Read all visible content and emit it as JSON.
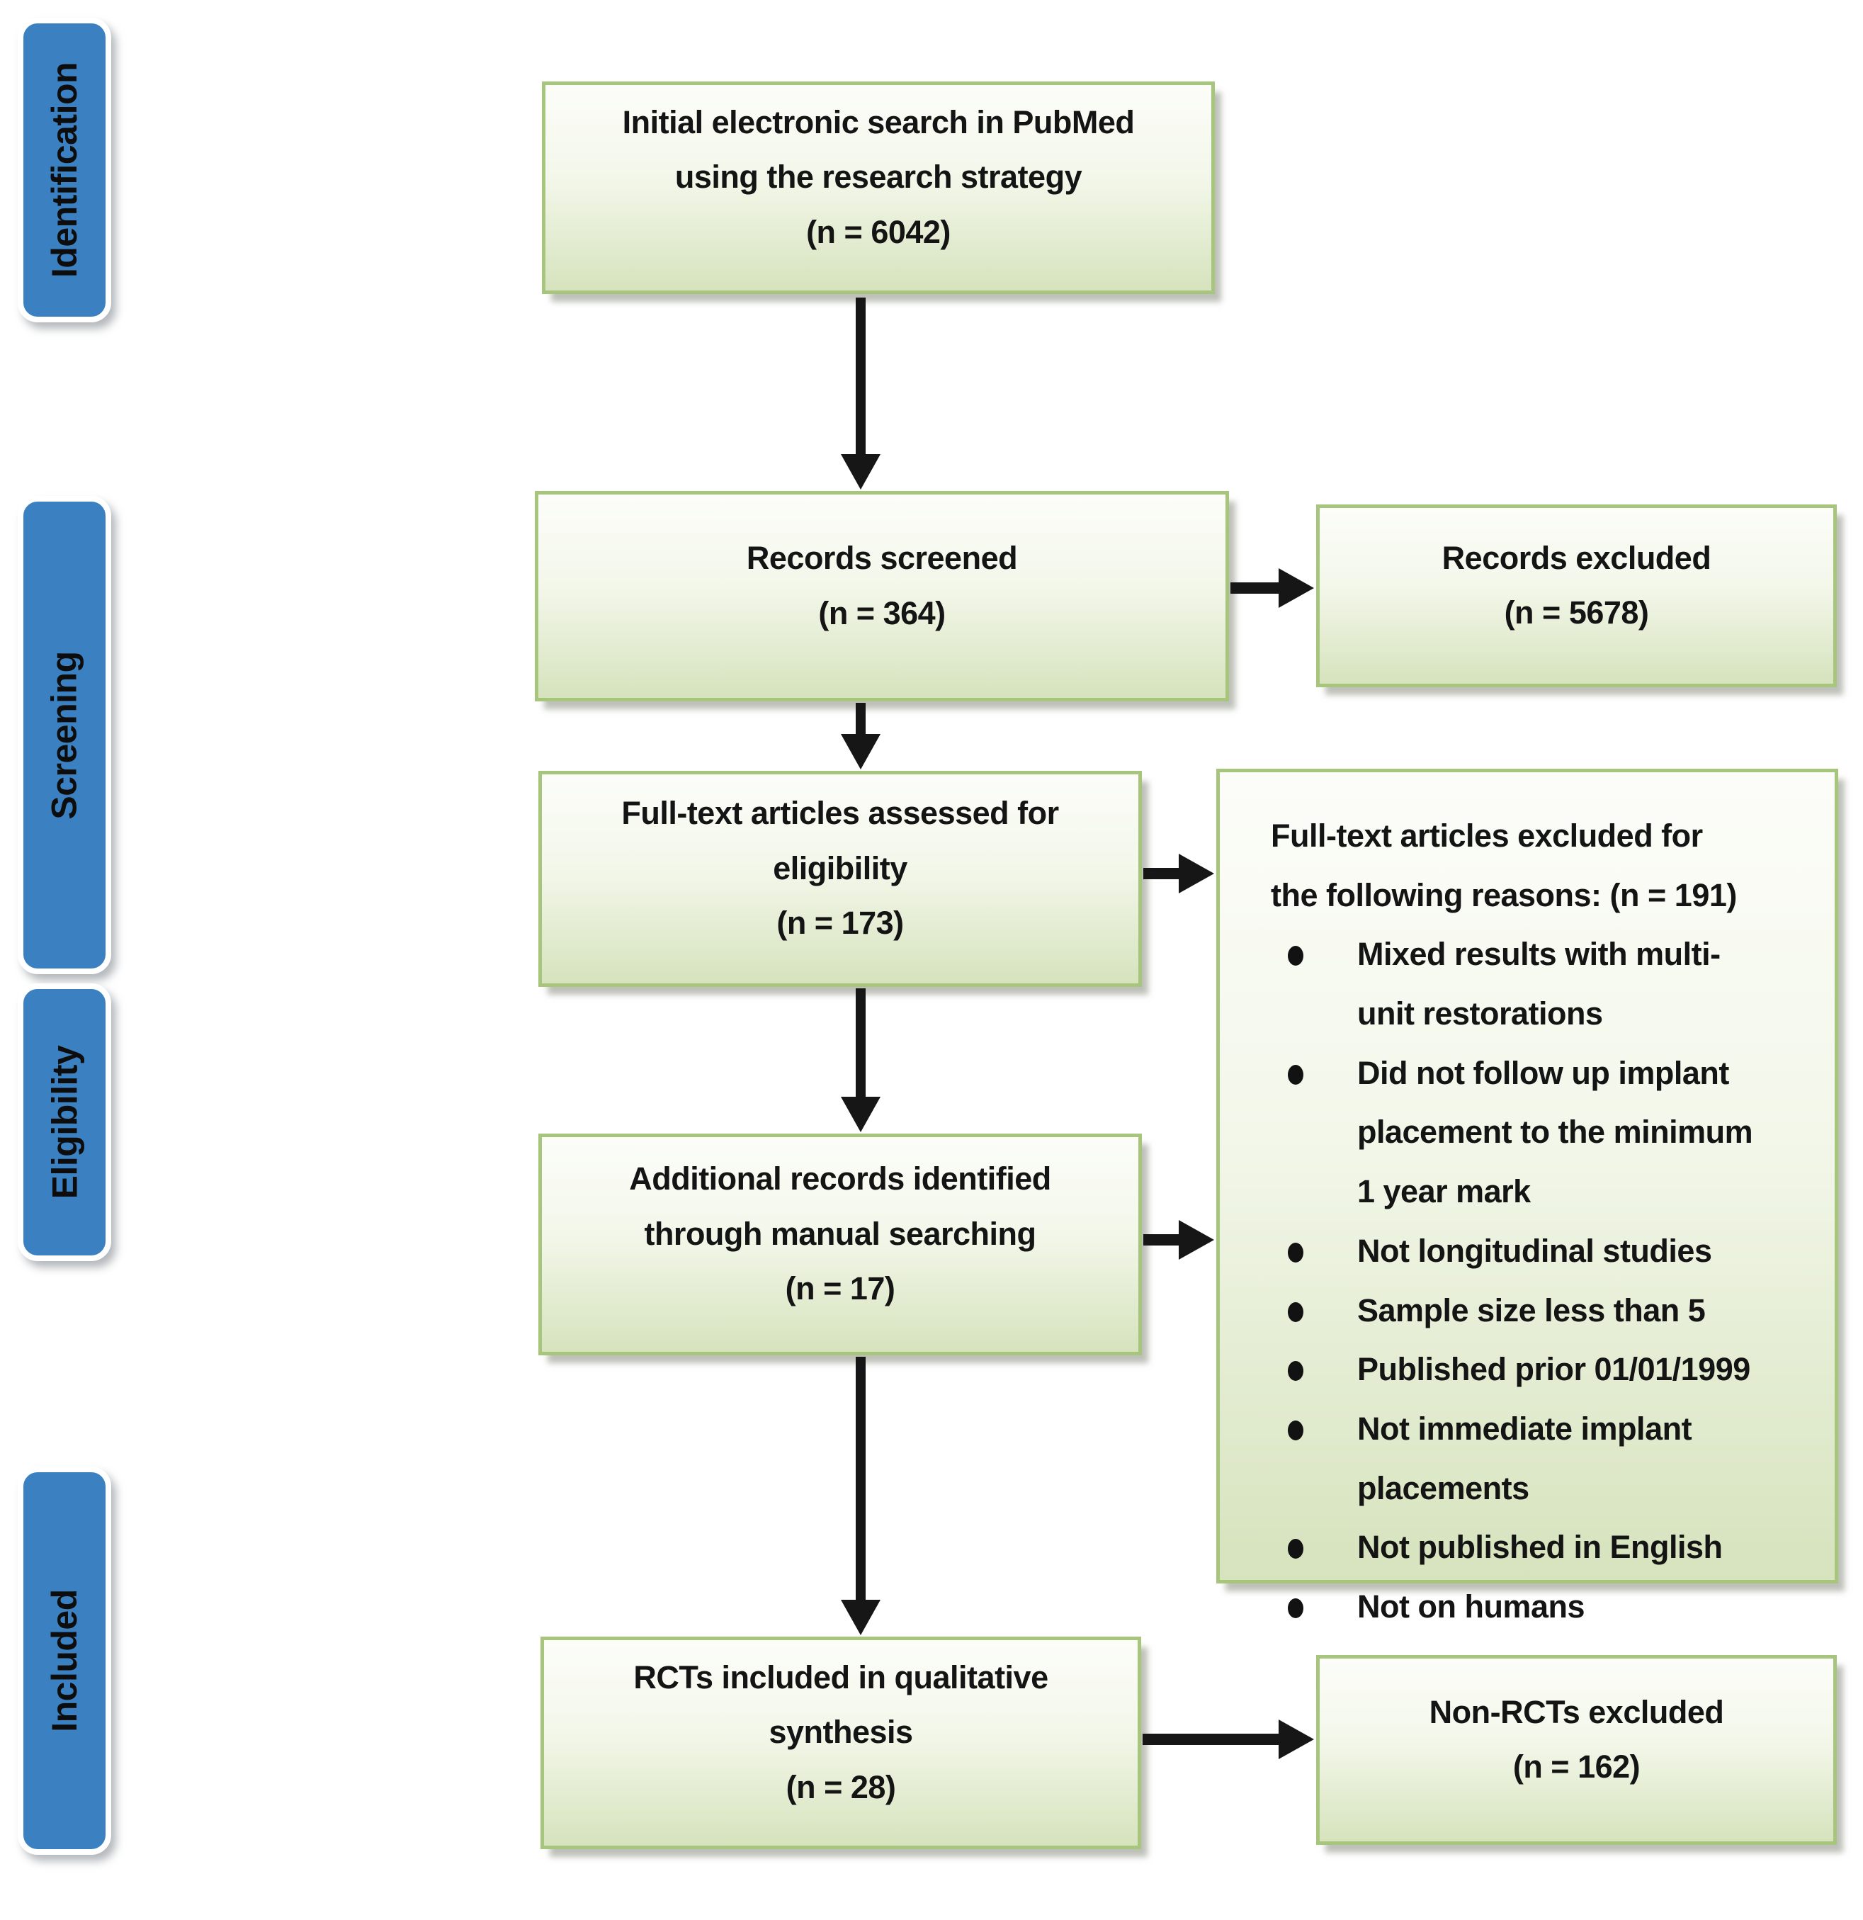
{
  "diagram": {
    "title": "PRISMA study selection flow diagram",
    "stages": [
      "Identification",
      "Screening",
      "Eligibility",
      "Included"
    ],
    "boxes": {
      "initial": "Initial electronic search in PubMed\nusing the research strategy\n(n = 6042)",
      "screened": "Records screened\n(n = 364)",
      "records_excluded": "Records excluded\n(n = 5678)",
      "fulltext": "Full-text articles assessed for\neligibility\n(n = 173)",
      "reasons_header": "Full-text articles excluded for\nthe following reasons: (n = 191)",
      "reasons": [
        "Mixed results with multi-\nunit restorations",
        "Did not follow up implant\nplacement to the minimum\n1 year mark",
        "Not longitudinal studies",
        "Sample size less than 5",
        "Published prior 01/01/1999",
        "Not immediate implant\nplacements",
        "Not published in English",
        "Not on humans"
      ],
      "additional": "Additional records identified\nthrough manual searching\n(n = 17)",
      "rcts": "RCTs included in qualitative\nsynthesis\n(n = 28)",
      "nonrcts": "Non-RCTs excluded\n(n = 162)"
    },
    "colors": {
      "stage_fill": "#3b81c1",
      "stage_text": "#0d0d0d",
      "box_border": "#a8c57d",
      "box_fill_top": "#fcfdf9",
      "box_fill_bottom": "#d6e3bd",
      "arrow": "#161616",
      "text": "#141414"
    }
  }
}
